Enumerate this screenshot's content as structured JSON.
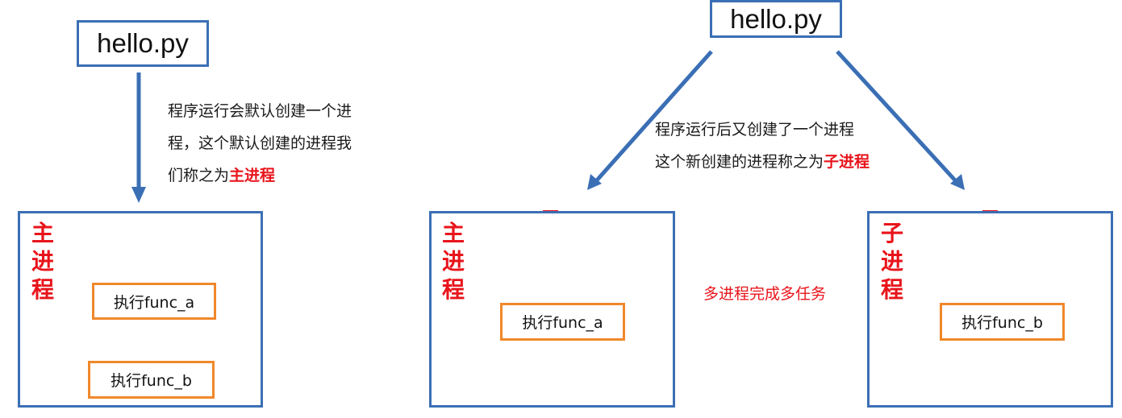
{
  "left": {
    "file_label": "hello.py",
    "note_lines": [
      "程序运行会默认创建一个进",
      "程，这个默认创建的进程我"
    ],
    "note_line3_prefix": "们称之为",
    "note_line3_highlight": "主进程",
    "process_label": "主进程",
    "task_a": "执行func_a",
    "task_b": "执行func_b"
  },
  "right": {
    "file_label": "hello.py",
    "note_line1": "程序运行后又创建了一个进程",
    "note_line2_prefix": "这个新创建的进程称之为",
    "note_line2_highlight": "子进程",
    "main_process_label": "主进程",
    "child_process_label": "子进程",
    "task_a": "执行func_a",
    "task_b": "执行func_b",
    "middle_text": "多进程完成多任务"
  },
  "colors": {
    "box_border": "#3b6fb5",
    "task_border": "#f0882a",
    "red": "#e8141b",
    "arrow_blue": "#3b6fb5"
  }
}
